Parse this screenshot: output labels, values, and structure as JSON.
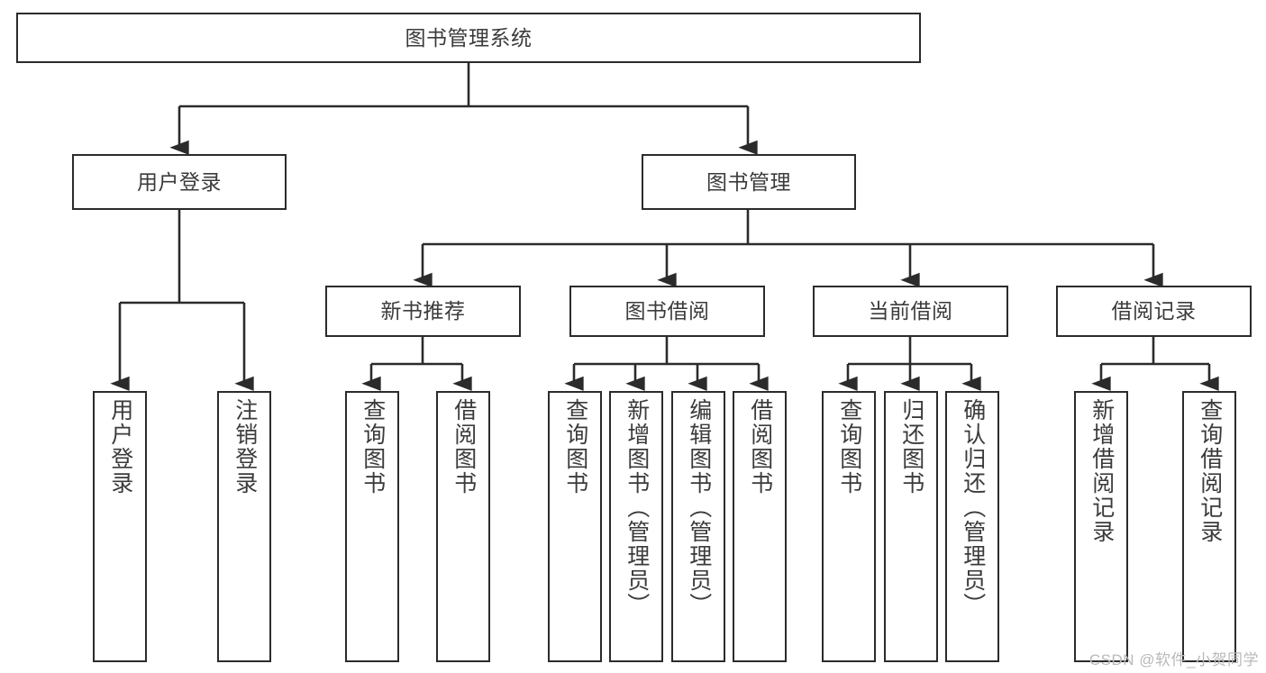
{
  "diagram": {
    "title": "图书管理系统",
    "type": "tree-hierarchy",
    "watermark": "CSDN @软件_小贺同学",
    "colors": {
      "box_border": "#2b2b2b",
      "box_fill": "#ffffff",
      "connector": "#2b2b2b",
      "text": "#3b3b3b",
      "watermark": "#b9b9b9",
      "background": "#ffffff"
    },
    "root": {
      "label": "图书管理系统"
    },
    "level2": [
      {
        "id": "user-login",
        "label": "用户登录"
      },
      {
        "id": "book-management",
        "label": "图书管理"
      }
    ],
    "level3": [
      {
        "id": "new-book-recommend",
        "label": "新书推荐",
        "parent": "book-management"
      },
      {
        "id": "book-borrow",
        "label": "图书借阅",
        "parent": "book-management"
      },
      {
        "id": "current-borrow",
        "label": "当前借阅",
        "parent": "book-management"
      },
      {
        "id": "borrow-record",
        "label": "借阅记录",
        "parent": "book-management"
      }
    ],
    "leaves": [
      {
        "id": "leaf-user-login",
        "label": "用户登录",
        "parent": "user-login"
      },
      {
        "id": "leaf-logout-login",
        "label": "注销登录",
        "parent": "user-login"
      },
      {
        "id": "leaf-query-book-1",
        "label": "查询图书",
        "parent": "new-book-recommend"
      },
      {
        "id": "leaf-borrow-book-1",
        "label": "借阅图书",
        "parent": "new-book-recommend"
      },
      {
        "id": "leaf-query-book-2",
        "label": "查询图书",
        "parent": "book-borrow"
      },
      {
        "id": "leaf-add-book",
        "label": "新增图书（管理员）",
        "parent": "book-borrow"
      },
      {
        "id": "leaf-edit-book",
        "label": "编辑图书（管理员）",
        "parent": "book-borrow"
      },
      {
        "id": "leaf-borrow-book-2",
        "label": "借阅图书",
        "parent": "book-borrow"
      },
      {
        "id": "leaf-query-book-3",
        "label": "查询图书",
        "parent": "current-borrow"
      },
      {
        "id": "leaf-return-book",
        "label": "归还图书",
        "parent": "current-borrow"
      },
      {
        "id": "leaf-confirm-return",
        "label": "确认归还（管理员）",
        "parent": "current-borrow"
      },
      {
        "id": "leaf-add-record",
        "label": "新增借阅记录",
        "parent": "borrow-record"
      },
      {
        "id": "leaf-query-record",
        "label": "查询借阅记录",
        "parent": "borrow-record"
      }
    ]
  }
}
